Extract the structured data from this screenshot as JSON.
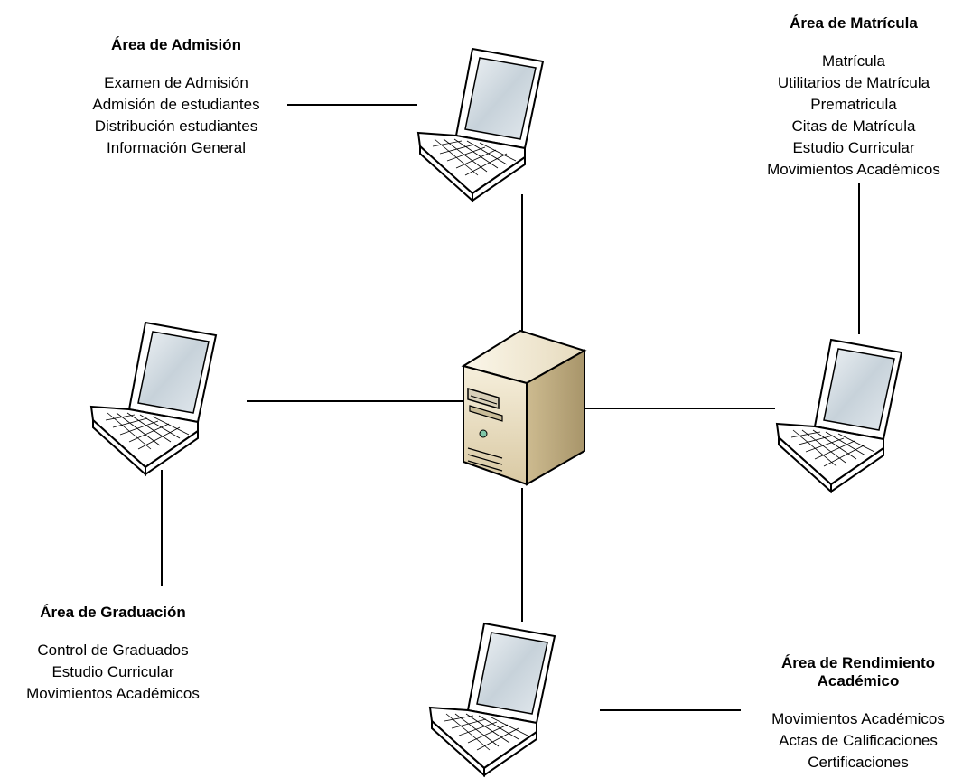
{
  "areas": {
    "admision": {
      "title": "Área de Admisión",
      "items": [
        "Examen de Admisión",
        "Admisión de estudiantes",
        "Distribución estudiantes",
        "Información General"
      ]
    },
    "matricula": {
      "title": "Área de Matrícula",
      "items": [
        "Matrícula",
        "Utilitarios de Matrícula",
        "Prematricula",
        "Citas de Matrícula",
        "Estudio Curricular",
        "Movimientos Académicos"
      ]
    },
    "graduacion": {
      "title": "Área de Graduación",
      "items": [
        "Control de Graduados",
        "Estudio Curricular",
        "Movimientos Académicos"
      ]
    },
    "rendimiento": {
      "title_lines": [
        "Área de Rendimiento",
        "Académico"
      ],
      "items": [
        "Movimientos Académicos",
        "Actas de Calificaciones",
        "Certificaciones"
      ]
    }
  },
  "nodes": {
    "server": "server-icon",
    "laptops": [
      "laptop-icon",
      "laptop-icon",
      "laptop-icon",
      "laptop-icon"
    ]
  },
  "colors": {
    "line": "#000000",
    "server_body": "#e8dcc0",
    "server_side": "#b9a77f",
    "screen": "#c9d4dc",
    "laptop_body": "#ffffff"
  }
}
